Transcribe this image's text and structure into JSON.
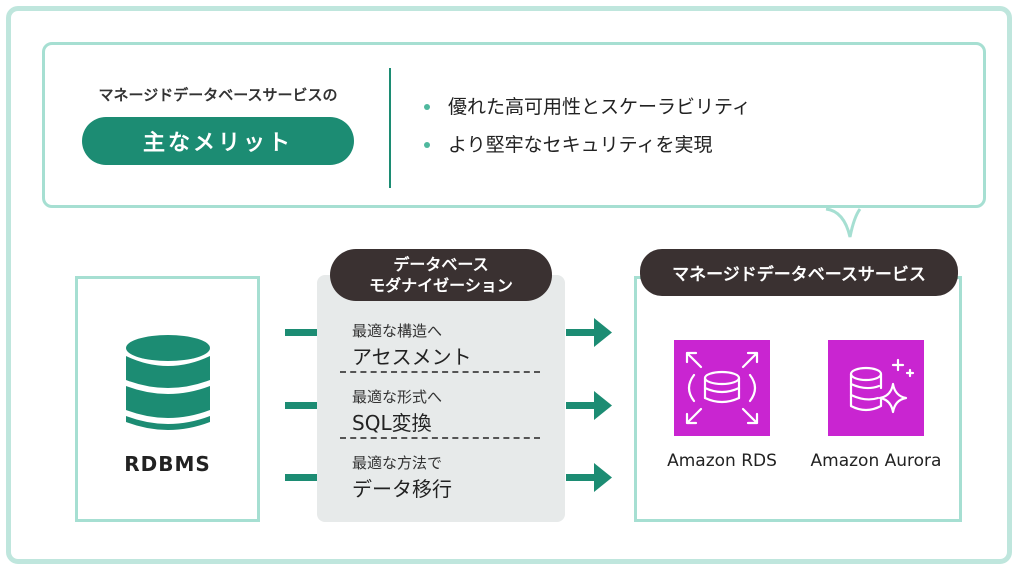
{
  "callout": {
    "subtitle": "マネージドデータベースサービスの",
    "title": "主なメリット",
    "benefits": [
      "優れた高可用性とスケーラビリティ",
      "より堅牢なセキュリティを実現"
    ]
  },
  "source": {
    "label": "RDBMS",
    "icon": "database-icon"
  },
  "modernization": {
    "title_line1": "データベース",
    "title_line2": "モダナイゼーション",
    "steps": [
      {
        "line1": "最適な構造へ",
        "line2": "アセスメント"
      },
      {
        "line1": "最適な形式へ",
        "line2": "SQL変換"
      },
      {
        "line1": "最適な方法で",
        "line2": "データ移行"
      }
    ]
  },
  "managed": {
    "title": "マネージドデータベースサービス",
    "services": [
      {
        "label": "Amazon RDS",
        "icon": "amazon-rds-icon"
      },
      {
        "label": "Amazon Aurora",
        "icon": "amazon-aurora-icon"
      }
    ]
  },
  "colors": {
    "accent": "#1c8c73",
    "light_border": "#a6dfd2",
    "frame": "#bfe6dd",
    "dark_label": "#3a3131",
    "aws_purple": "#c925d1",
    "panel_gray": "#e7eaea"
  }
}
